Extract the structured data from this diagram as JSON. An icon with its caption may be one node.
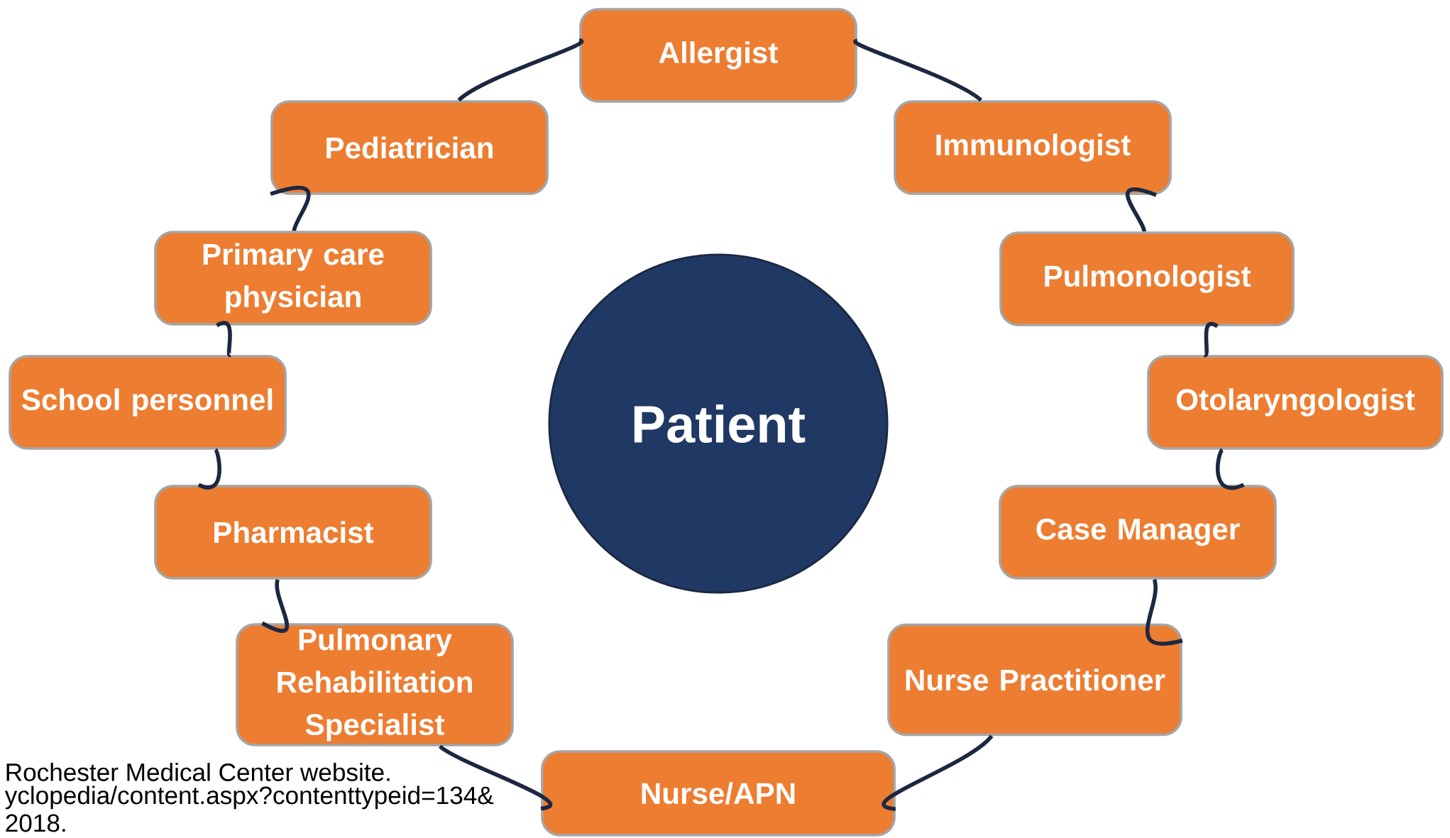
{
  "diagram": {
    "nodes": [
      {
        "text": [
          "Allergist"
        ]
      },
      {
        "text": [
          "Immunologist"
        ]
      },
      {
        "text": [
          "Pulmonologist"
        ]
      },
      {
        "text": [
          "Otolaryngologist"
        ]
      },
      {
        "text": [
          "Case Manager"
        ]
      },
      {
        "text": [
          "Nurse Practitioner"
        ]
      },
      {
        "text": [
          "Nurse/APN"
        ]
      },
      {
        "text": [
          "Pulmonary Rehabilitation Specialist"
        ]
      },
      {
        "text": [
          "Pharmacist"
        ]
      },
      {
        "text": [
          "School personnel"
        ]
      },
      {
        "text": [
          "Primary care physician"
        ]
      },
      {
        "text": [
          "Pediatrician"
        ]
      },
      {
        "text": [
          "Patient"
        ]
      }
    ],
    "edges": [
      {
        "from": 0,
        "to": 1,
        "arrow": "none"
      },
      {
        "from": 1,
        "to": 2,
        "arrow": "none"
      },
      {
        "from": 2,
        "to": 3,
        "arrow": "none"
      },
      {
        "from": 3,
        "to": 4,
        "arrow": "none"
      },
      {
        "from": 4,
        "to": 5,
        "arrow": "none"
      },
      {
        "from": 5,
        "to": 6,
        "arrow": "none"
      },
      {
        "from": 6,
        "to": 7,
        "arrow": "none"
      },
      {
        "from": 7,
        "to": 8,
        "arrow": "none"
      },
      {
        "from": 8,
        "to": 9,
        "arrow": "none"
      },
      {
        "from": 9,
        "to": 10,
        "arrow": "none"
      },
      {
        "from": 10,
        "to": 11,
        "arrow": "none"
      },
      {
        "from": 11,
        "to": 0,
        "arrow": "none"
      }
    ],
    "labels": [
      "Rochester Medical Center website.",
      "yclopedia/content.aspx?contenttypeid=134&",
      "2018."
    ]
  }
}
